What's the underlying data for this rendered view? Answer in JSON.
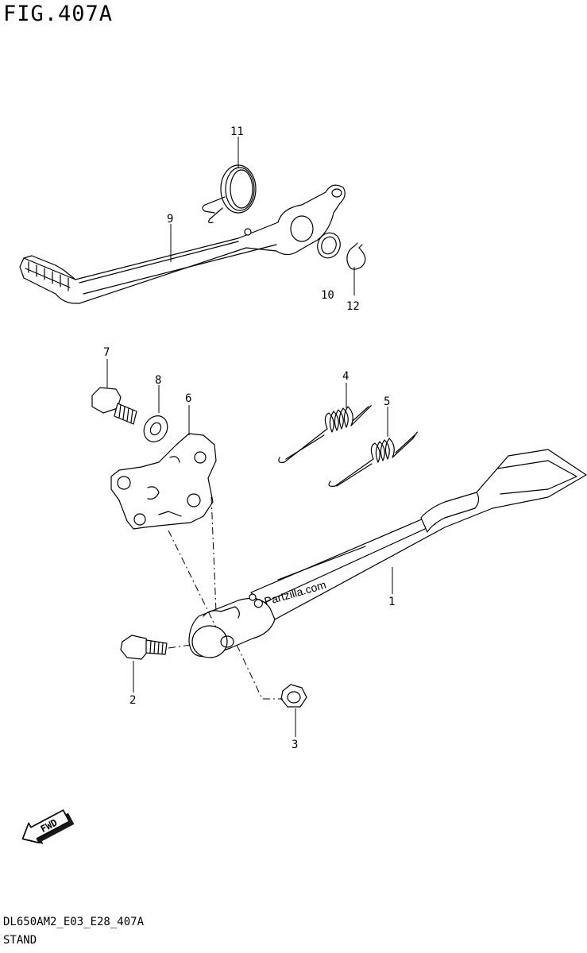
{
  "figure": {
    "title": "FIG.407A",
    "code": "DL650AM2_E03_E28_407A",
    "section": "STAND"
  },
  "watermark": "Partzilla.com",
  "fwd_label": "FWD",
  "callouts": [
    "1",
    "2",
    "3",
    "4",
    "5",
    "6",
    "7",
    "8",
    "9",
    "10",
    "11",
    "12"
  ]
}
